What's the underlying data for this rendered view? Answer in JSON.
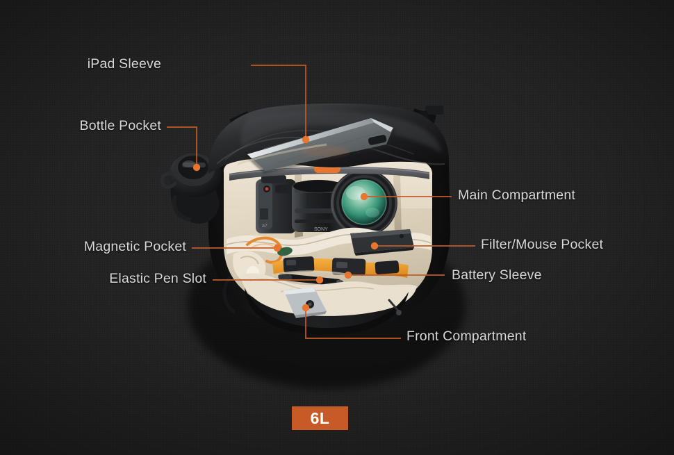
{
  "background": {
    "color": "#232323",
    "texture": "dark-fabric-noise"
  },
  "product": {
    "type": "camera-sling-bag",
    "shell_color": "#0f0f10",
    "interior_color": "#ddd2bd",
    "accent_color": "#e8722b",
    "contents": [
      "tablet",
      "mirrorless-camera-body",
      "camera-lens",
      "power-bank",
      "batteries",
      "pen",
      "cables",
      "water-bottle"
    ]
  },
  "callouts": {
    "accent_color": "#c05a24",
    "dot_color": "#e8722b",
    "text_color": "#d9d9d9",
    "items": [
      {
        "id": "ipad-sleeve",
        "label": "iPad Sleeve",
        "side": "left"
      },
      {
        "id": "bottle-pocket",
        "label": "Bottle Pocket",
        "side": "left"
      },
      {
        "id": "main-compartment",
        "label": "Main Compartment",
        "side": "right"
      },
      {
        "id": "filter-mouse-pocket",
        "label": "Filter/Mouse Pocket",
        "side": "right"
      },
      {
        "id": "magnetic-pocket",
        "label": "Magnetic Pocket",
        "side": "left"
      },
      {
        "id": "battery-sleeve",
        "label": "Battery Sleeve",
        "side": "right"
      },
      {
        "id": "elastic-pen-slot",
        "label": "Elastic Pen Slot",
        "side": "left"
      },
      {
        "id": "front-compartment",
        "label": "Front Compartment",
        "side": "right"
      }
    ]
  },
  "badge": {
    "label": "6L",
    "background_color": "#c75b27",
    "text_color": "#ffffff"
  }
}
